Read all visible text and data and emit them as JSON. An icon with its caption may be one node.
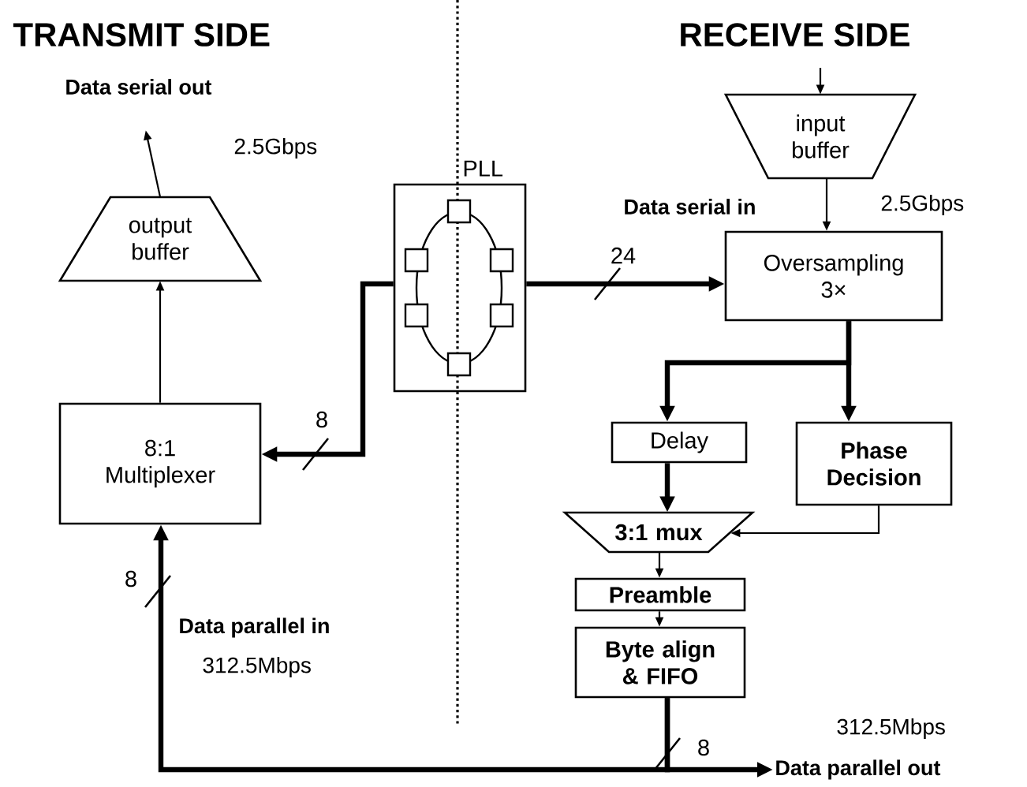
{
  "diagram": {
    "nodes": [
      {
        "text": [
          "output buffer"
        ]
      },
      {
        "text": [
          "8:1 Multiplexer"
        ]
      },
      {
        "text": [
          "PLL"
        ]
      },
      {
        "text": [
          "input buffer"
        ]
      },
      {
        "text": [
          "Oversampling 3×"
        ]
      },
      {
        "text": [
          "Delay"
        ]
      },
      {
        "text": [
          "Phase Decision"
        ]
      },
      {
        "text": [
          "3:1 mux"
        ]
      },
      {
        "text": [
          "Preamble"
        ]
      },
      {
        "text": [
          "Byte align & FIFO"
        ]
      },
      {
        "text": [
          "Data serial out"
        ]
      },
      {
        "text": [
          "Data parallel out"
        ]
      }
    ],
    "edges": [
      {
        "from": 0,
        "to": 10,
        "arrow": "to"
      },
      {
        "from": 1,
        "to": 0,
        "arrow": "to"
      },
      {
        "from": 2,
        "to": 1,
        "arrow": "to",
        "label": "8",
        "style": "thick"
      },
      {
        "from": 2,
        "to": 4,
        "arrow": "to",
        "label": "24",
        "style": "thick"
      },
      {
        "from": null,
        "to": 3,
        "arrow": "to"
      },
      {
        "from": 3,
        "to": 4,
        "arrow": "to"
      },
      {
        "from": 4,
        "to": 5,
        "arrow": "to",
        "style": "thick"
      },
      {
        "from": 4,
        "to": 6,
        "arrow": "to",
        "style": "thick"
      },
      {
        "from": 5,
        "to": 7,
        "arrow": "to",
        "style": "thick"
      },
      {
        "from": 6,
        "to": 7,
        "arrow": "to"
      },
      {
        "from": 7,
        "to": 8,
        "arrow": "to"
      },
      {
        "from": 8,
        "to": 9,
        "arrow": "to"
      },
      {
        "from": 9,
        "to": 1,
        "arrow": "to",
        "label": "8",
        "style": "thick"
      },
      {
        "from": 9,
        "to": 11,
        "arrow": "to",
        "label": "8",
        "style": "thick"
      }
    ],
    "labels": [
      "TRANSMIT SIDE",
      "RECEIVE SIDE",
      "2.5Gbps",
      "Data serial in",
      "2.5Gbps",
      "Data parallel in",
      "312.5Mbps",
      "312.5Mbps"
    ]
  }
}
